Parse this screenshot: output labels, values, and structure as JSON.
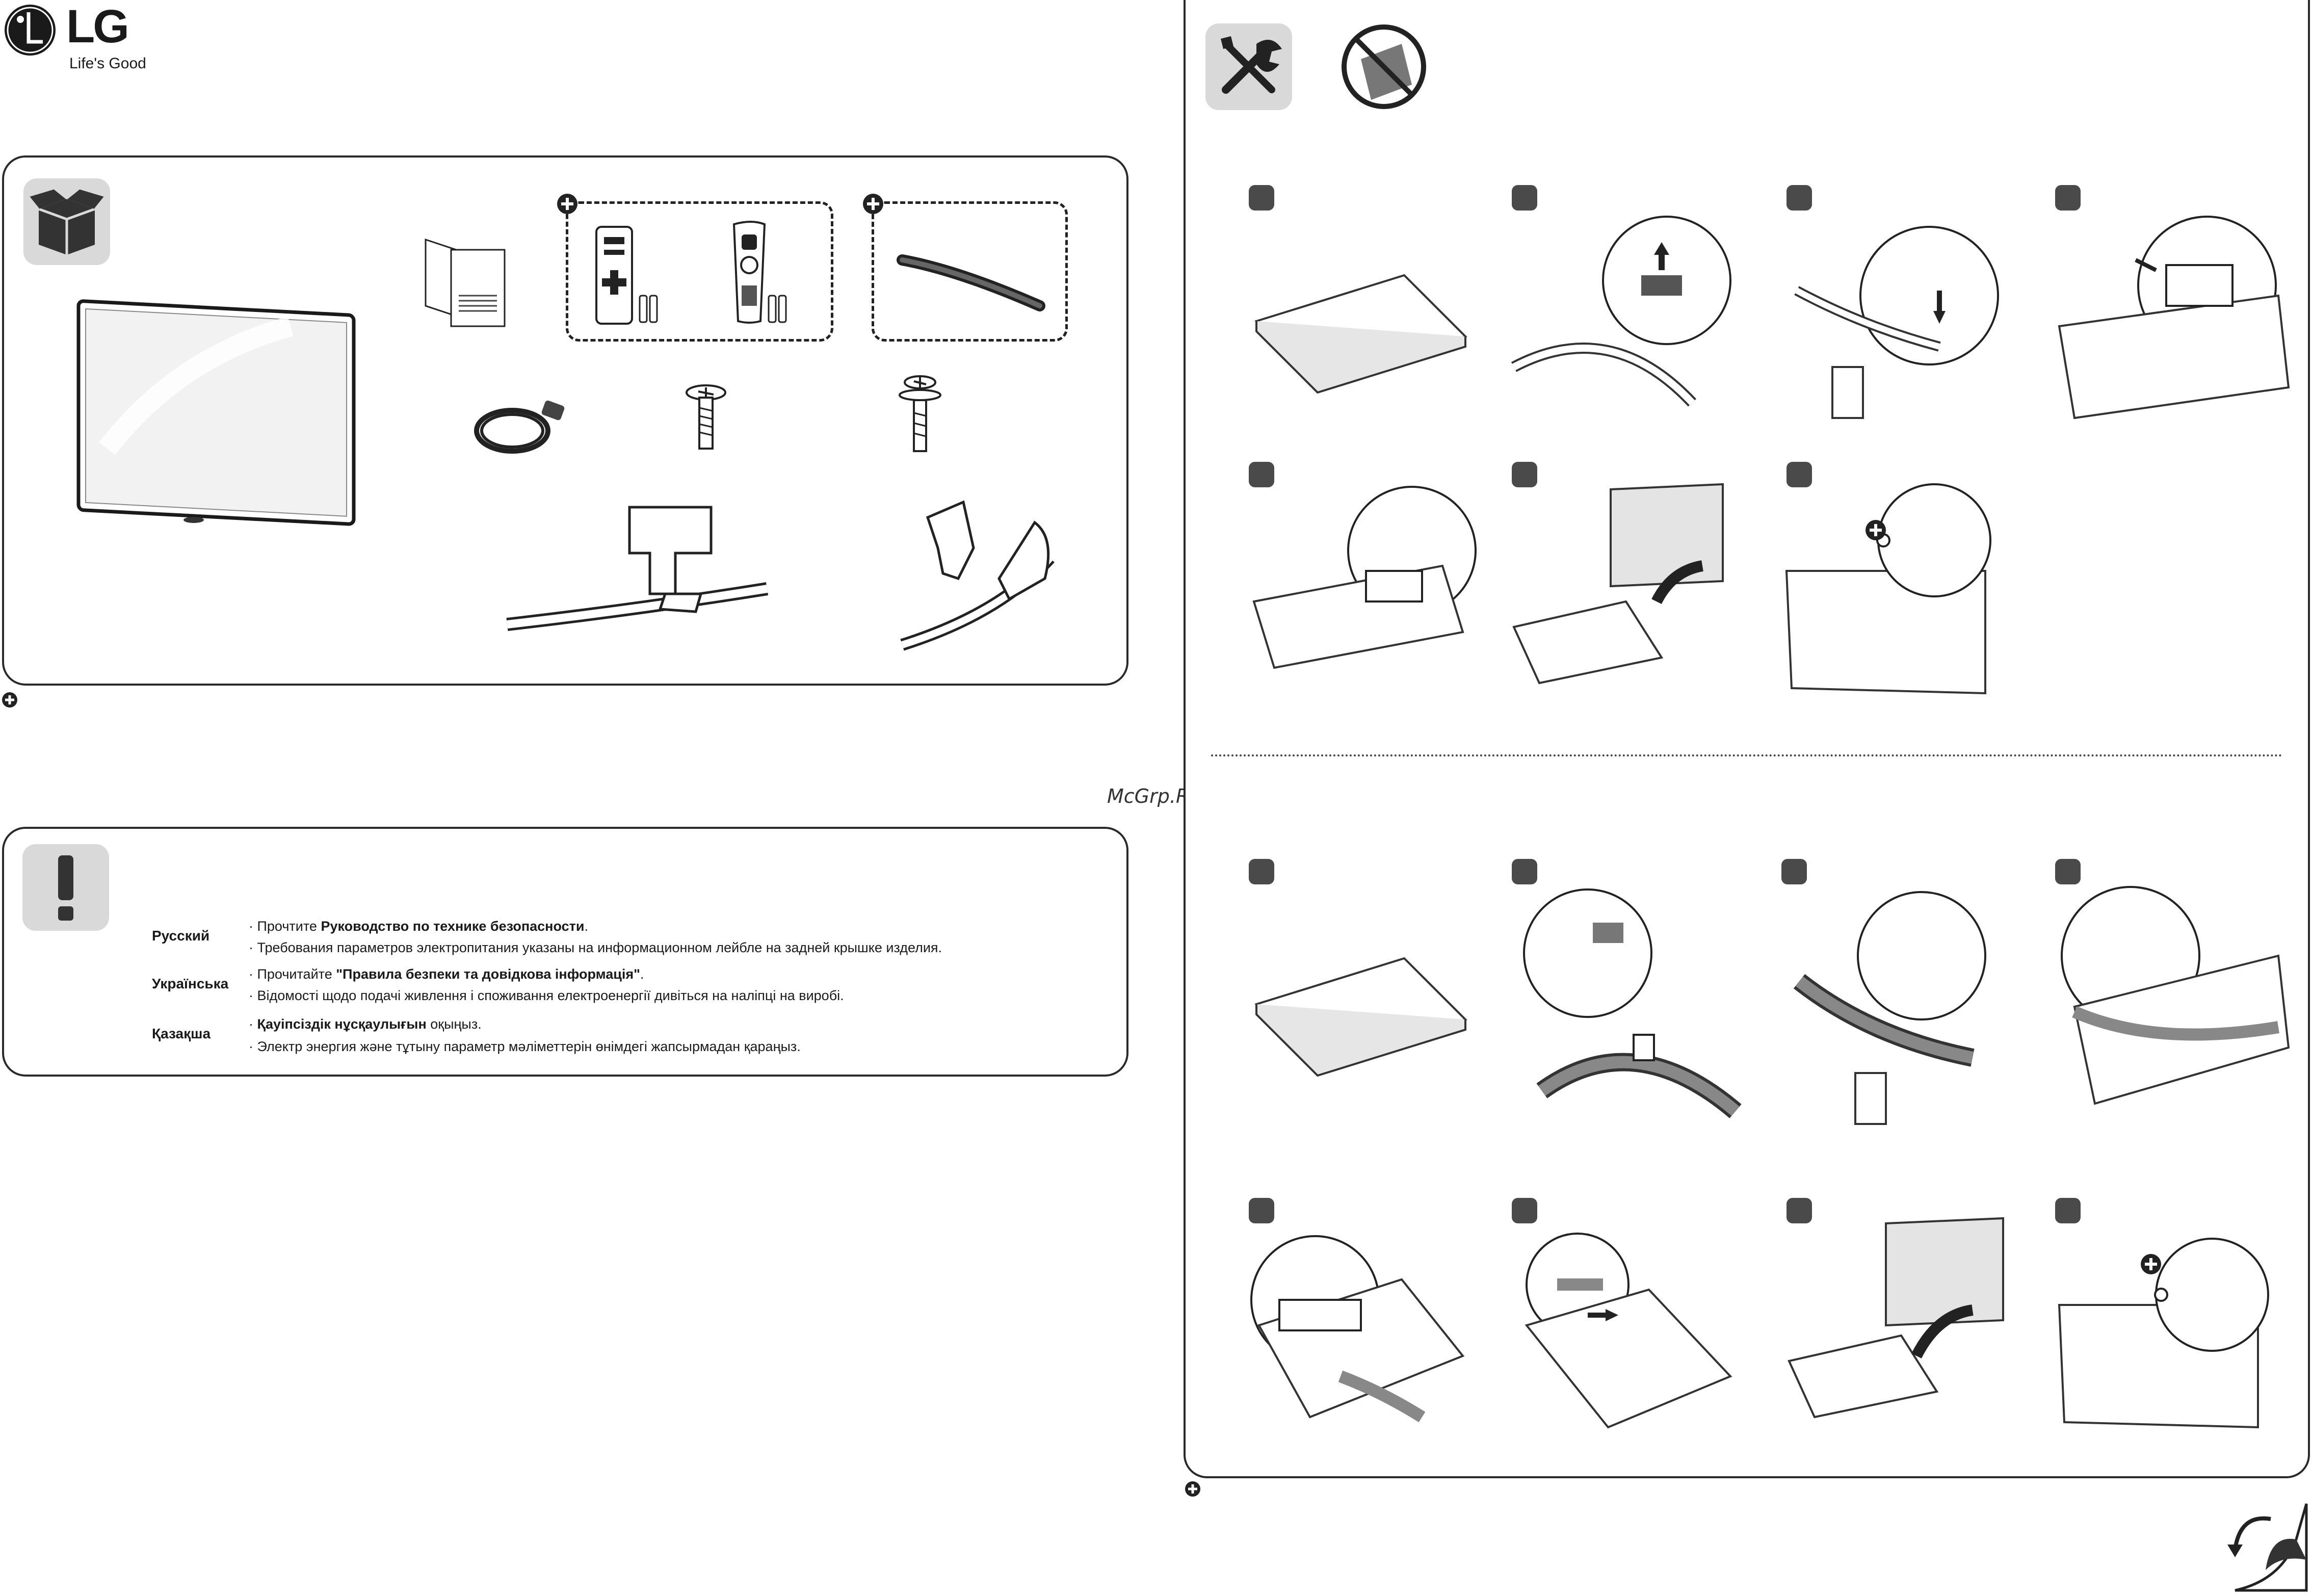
{
  "brand": {
    "logo_text": "LG",
    "tagline": "Life's Good"
  },
  "watermark": "McGrp.Ru",
  "safety": {
    "rows": [
      {
        "language": "Русский",
        "line1_pre": "Прочтите ",
        "line1_bold": "Руководство по технике безопасности",
        "line1_post": ".",
        "line2": "Требования параметров электропитания указаны на информационном лейбле на задней крышке изделия."
      },
      {
        "language": "Українська",
        "line1_pre": "Прочитайте ",
        "line1_bold": "\"Правила безпеки та довідкова інформація\"",
        "line1_post": ".",
        "line2": "Відомості щодо подачі живлення і споживання електроенергії дивіться на наліпці на виробі."
      },
      {
        "language": "Қазақша",
        "line1_pre": "",
        "line1_bold": "Қауіпсіздік нұсқаулығын",
        "line1_post": " оқыңыз.",
        "line2": "Электр энергия және тұтыну параметр мәліметтерін өнімдегі жапсырмадан қараңыз."
      }
    ]
  },
  "icons": {
    "box": "open-box-icon",
    "warning": "exclamation-icon",
    "tools": "tools-icon",
    "no_liquid": "no-liquid-icon",
    "page_turn": "page-turn-icon"
  },
  "colors": {
    "panel_border": "#2a2a2a",
    "icon_tile": "#d9d9d9",
    "badge": "#4a4a4a",
    "watermark": "#333333"
  }
}
